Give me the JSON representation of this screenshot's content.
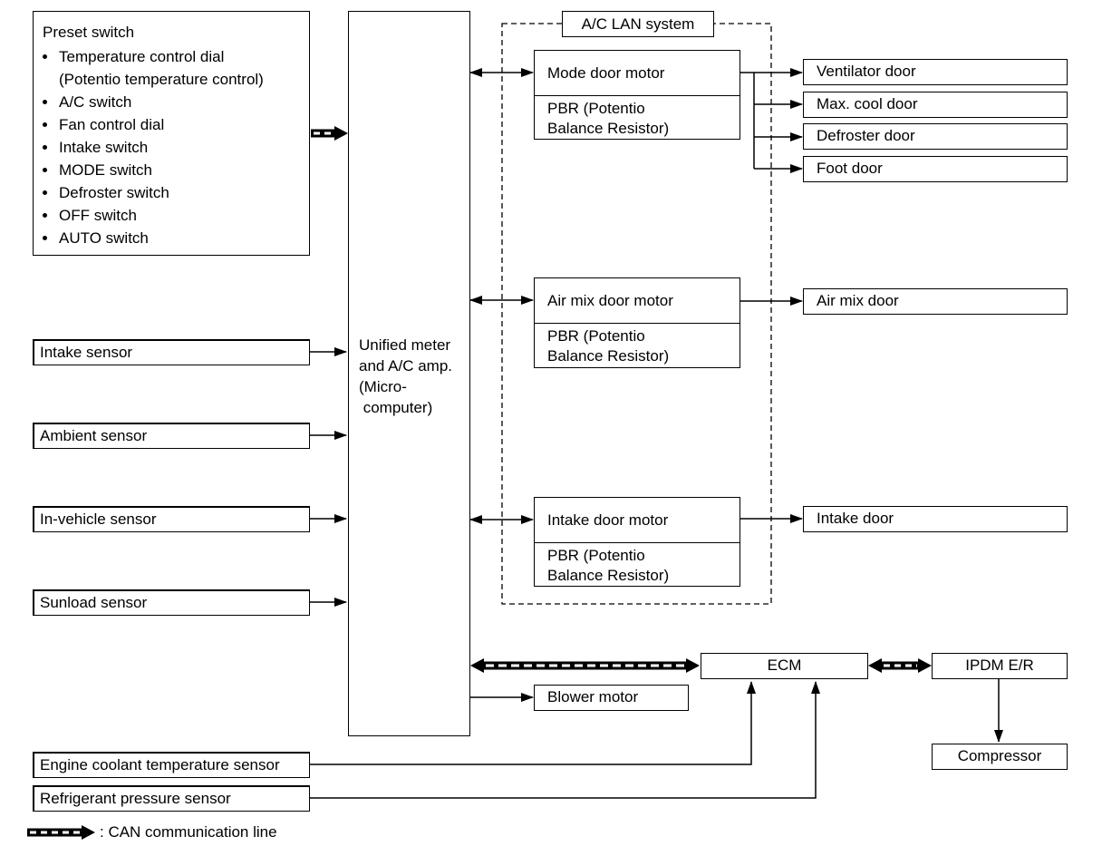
{
  "preset": {
    "title": "Preset switch",
    "items": [
      "Temperature control dial",
      "(Potentio temperature control)",
      "A/C switch",
      "Fan control dial",
      "Intake switch",
      "MODE switch",
      "Defroster switch",
      "OFF switch",
      "AUTO switch"
    ]
  },
  "sensors": {
    "intake": "Intake sensor",
    "ambient": "Ambient sensor",
    "in_vehicle": "In-vehicle sensor",
    "sunload": "Sunload sensor",
    "engine_coolant": "Engine coolant temperature sensor",
    "refrigerant": "Refrigerant pressure sensor"
  },
  "amp": {
    "lines": [
      "Unified meter",
      "and A/C amp.",
      "(Micro-",
      " computer)"
    ]
  },
  "lan": {
    "title": "A/C LAN system",
    "mode_motor": {
      "name": "Mode door motor",
      "pbr": "PBR (Potentio\nBalance Resistor)"
    },
    "airmix_motor": {
      "name": "Air mix door motor",
      "pbr": "PBR (Potentio\nBalance Resistor)"
    },
    "intake_motor": {
      "name": "Intake door motor",
      "pbr": "PBR (Potentio\nBalance Resistor)"
    }
  },
  "doors": {
    "ventilator": "Ventilator door",
    "max_cool": "Max. cool door",
    "defroster": "Defroster door",
    "foot": "Foot door",
    "air_mix": "Air mix door",
    "intake": "Intake door"
  },
  "outputs": {
    "ecm": "ECM",
    "ipdm": "IPDM E/R",
    "compressor": "Compressor",
    "blower": "Blower motor"
  },
  "legend": {
    "can_line": ": CAN communication line"
  }
}
